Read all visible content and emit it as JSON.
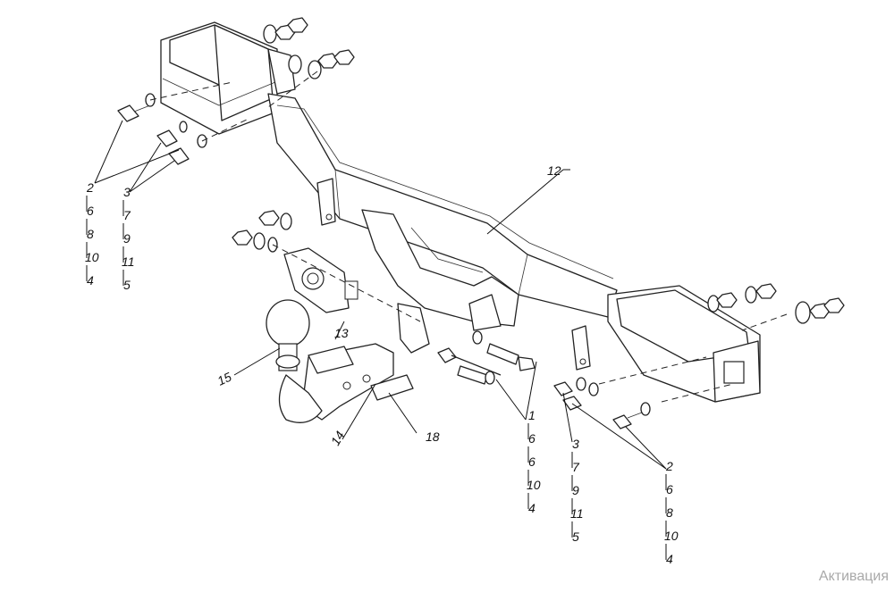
{
  "labels": {
    "left": {
      "col_a": [
        "2",
        "6",
        "8",
        "10",
        "4"
      ],
      "col_b": [
        "3",
        "7",
        "9",
        "11",
        "5"
      ]
    },
    "main_beam": "12",
    "socket_plate": "13",
    "tow_ball_mount": "14",
    "ball": "15",
    "plate": "18",
    "center": [
      "1",
      "6",
      "6",
      "10",
      "4"
    ],
    "right_mid": [
      "3",
      "7",
      "9",
      "11",
      "5"
    ],
    "right": [
      "2",
      "6",
      "8",
      "10",
      "4"
    ]
  },
  "watermark": "Активация"
}
